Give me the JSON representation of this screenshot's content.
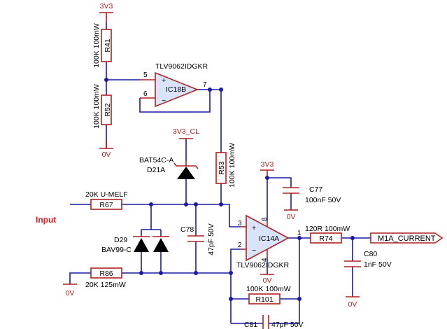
{
  "power": {
    "v33_top": "3V3",
    "gnd_top": "0V",
    "v33_cl": "3V3_CL",
    "v33_ic14": "3V3",
    "gnd_c77": "0V",
    "gnd_ic14": "0V",
    "gnd_input": "0V",
    "gnd_c80": "0V"
  },
  "parts": {
    "r41": {
      "ref": "R41",
      "value": "100K 100mW"
    },
    "r52": {
      "ref": "R52",
      "value": "100K 100mW"
    },
    "ic18b": {
      "ref": "IC18B",
      "value": "TLV9062IDGKR",
      "pin_in_plus": "5",
      "pin_in_minus": "6",
      "pin_out": "7"
    },
    "d21": {
      "ref": "D21A",
      "value": "BAT54C-A"
    },
    "r53": {
      "ref": "R53",
      "value": "100K 100mW"
    },
    "r67": {
      "ref": "R67",
      "value": "20K U-MELF"
    },
    "r86": {
      "ref": "R86",
      "value": "20K 125mW"
    },
    "d29": {
      "ref": "D29",
      "value": "BAV99-C"
    },
    "c78": {
      "ref": "C78",
      "value": "47pF 50V"
    },
    "ic14a": {
      "ref": "IC14A",
      "value": "TLV9062IDGKR",
      "pin_in_plus": "3",
      "pin_in_minus": "2",
      "pin_out": "1",
      "pin_vplus": "8",
      "pin_vminus": "4"
    },
    "c77": {
      "ref": "C77",
      "value": "100nF 50V"
    },
    "r74": {
      "ref": "R74",
      "value": "120R 100mW"
    },
    "c80": {
      "ref": "C80",
      "value": "1nF 50V"
    },
    "r101": {
      "ref": "R101",
      "value": "100K 100mW"
    },
    "c81": {
      "ref": "C81",
      "value": "47pF 50V"
    }
  },
  "labels": {
    "input": "Input",
    "output_port": "M1A_CURRENT"
  },
  "colors": {
    "wire": "#1a1aa6",
    "component": "#b02020",
    "opamp_fill": "#d9e4fb",
    "input_label": "#d42020"
  }
}
